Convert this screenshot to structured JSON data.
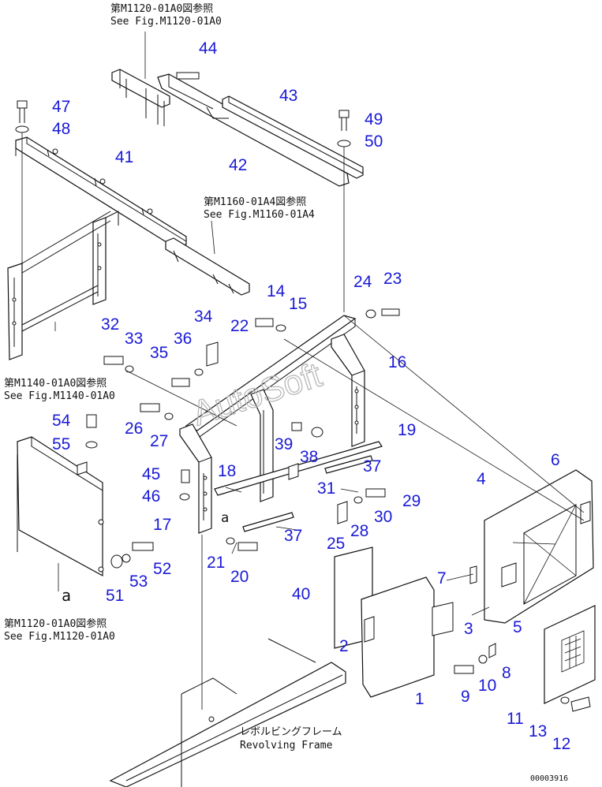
{
  "references": {
    "top_jp": "第M1120-01A0図参照",
    "top_en": "See Fig.M1120-01A0",
    "mid_jp": "第M1160-01A4図参照",
    "mid_en": "See Fig.M1160-01A4",
    "left_jp": "第M1140-01A0図参照",
    "left_en": "See Fig.M1140-01A0",
    "bottom_jp": "第M1120-01A0図参照",
    "bottom_en": "See Fig.M1120-01A0",
    "frame_jp": "レボルビングフレーム",
    "frame_en": "Revolving Frame"
  },
  "marker_a_1": "a",
  "marker_a_2": "a",
  "watermark": "AutoSoft",
  "drawing_code": "00003916",
  "callouts": [
    "1",
    "2",
    "3",
    "4",
    "5",
    "6",
    "7",
    "8",
    "9",
    "10",
    "11",
    "12",
    "13",
    "14",
    "15",
    "16",
    "17",
    "18",
    "19",
    "20",
    "21",
    "22",
    "23",
    "24",
    "25",
    "26",
    "27",
    "28",
    "29",
    "30",
    "31",
    "32",
    "33",
    "34",
    "35",
    "36",
    "37",
    "37",
    "38",
    "39",
    "40",
    "41",
    "42",
    "43",
    "44",
    "45",
    "46",
    "47",
    "48",
    "49",
    "50",
    "51",
    "52",
    "53",
    "54",
    "55"
  ]
}
